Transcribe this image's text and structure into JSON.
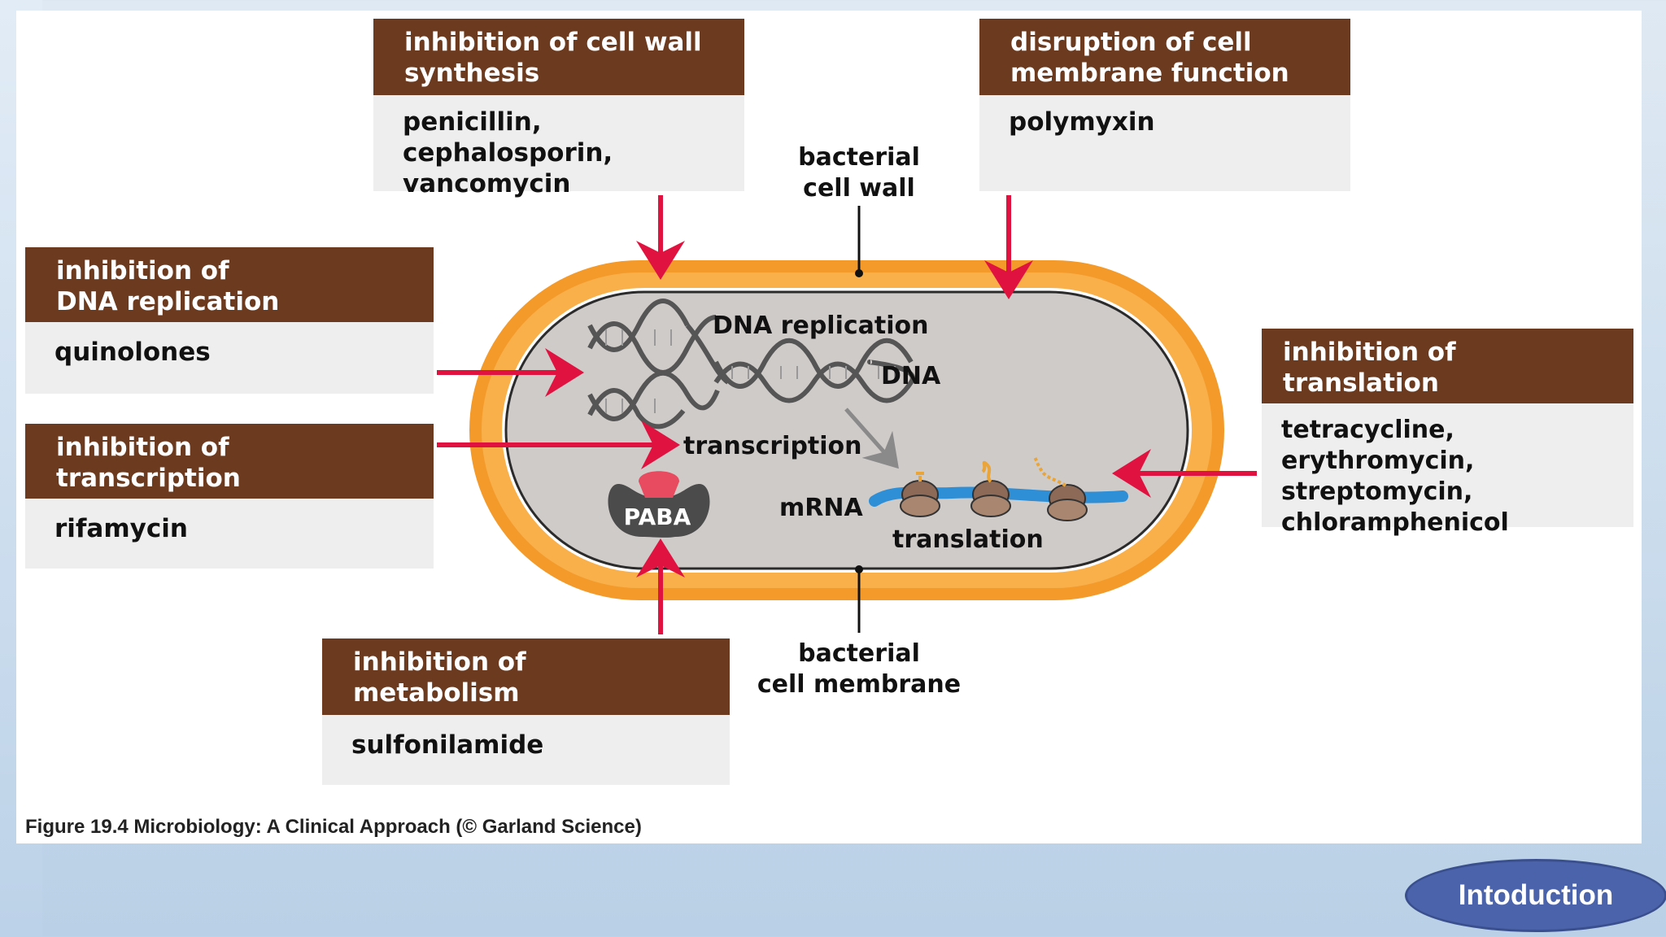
{
  "boxes": {
    "cell_wall": {
      "heading": "inhibition of cell wall\nsynthesis",
      "drugs": "penicillin, cephalosporin,\nvancomycin"
    },
    "membrane": {
      "heading": "disruption of cell\nmembrane function",
      "drugs": "polymyxin"
    },
    "dna_replication": {
      "heading": "inhibition of\nDNA replication",
      "drugs": "quinolones"
    },
    "transcription": {
      "heading": "inhibition of\ntranscription",
      "drugs": "rifamycin"
    },
    "translation": {
      "heading": "inhibition of\ntranslation",
      "drugs": "tetracycline, erythromycin,\nstreptomycin,\nchloramphenicol"
    },
    "metabolism": {
      "heading": "inhibition of\nmetabolism",
      "drugs": "sulfonilamide"
    }
  },
  "cell": {
    "wall_label_1": "bacterial",
    "wall_label_2": "cell wall",
    "membrane_label_1": "bacterial",
    "membrane_label_2": "cell membrane",
    "dna_replication": "DNA replication",
    "dna": "DNA",
    "transcription": "transcription",
    "mrna": "mRNA",
    "translation": "translation",
    "paba": "PABA"
  },
  "caption": "Figure 19.4  Microbiology: A Clinical Approach (© Garland Science)",
  "nav": {
    "intro_label": "Intoduction"
  },
  "colors": {
    "box_header": "#6b3a1f",
    "box_body": "#eeeeef",
    "cell_wall": "#f39a2a",
    "cytoplasm": "#cfcbc9",
    "arrow": "#e0123f",
    "mrna": "#2f8fd6",
    "button": "#4b63aa"
  }
}
